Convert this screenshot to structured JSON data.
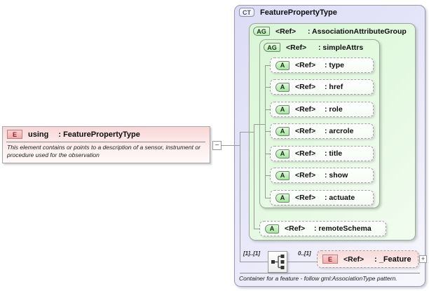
{
  "element": {
    "badge": "E",
    "name": "using",
    "type": ": FeaturePropertyType",
    "annotation": "This element contains or points to a description of a sensor, instrument or procedure used for the observation",
    "collapse_glyph": "−"
  },
  "ct": {
    "badge": "CT",
    "title": "FeaturePropertyType",
    "annotation": "Container for a feature - follow gml:AssociationType pattern.",
    "assoc_group": {
      "badge": "AG",
      "ref": "<Ref>",
      "name": ": AssociationAttributeGroup",
      "simple_attrs": {
        "badge": "AG",
        "ref": "<Ref>",
        "name": ": simpleAttrs",
        "attributes": [
          {
            "badge": "A",
            "ref": "<Ref>",
            "name": ": type"
          },
          {
            "badge": "A",
            "ref": "<Ref>",
            "name": ": href"
          },
          {
            "badge": "A",
            "ref": "<Ref>",
            "name": ": role"
          },
          {
            "badge": "A",
            "ref": "<Ref>",
            "name": ": arcrole"
          },
          {
            "badge": "A",
            "ref": "<Ref>",
            "name": ": title"
          },
          {
            "badge": "A",
            "ref": "<Ref>",
            "name": ": show"
          },
          {
            "badge": "A",
            "ref": "<Ref>",
            "name": ": actuate"
          }
        ]
      },
      "remote_schema": {
        "badge": "A",
        "ref": "<Ref>",
        "name": ": remoteSchema"
      }
    },
    "sequence": {
      "cardinality_left": "[1]..[1]",
      "cardinality_right": "0..[1]",
      "feature": {
        "badge": "E",
        "ref": "<Ref>",
        "name": ": _Feature"
      },
      "expand_glyph": "+"
    }
  }
}
